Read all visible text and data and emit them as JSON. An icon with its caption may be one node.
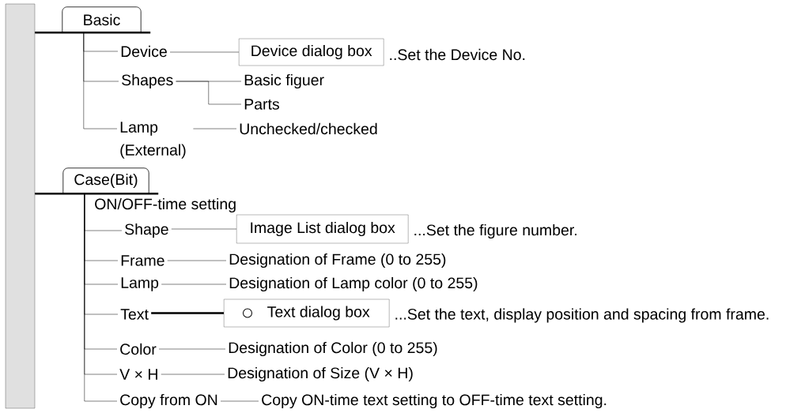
{
  "diagram": {
    "nodes": [
      {
        "text": [],
        "shape": "bar"
      },
      {
        "text": [
          "Basic"
        ]
      },
      {
        "text": [
          "Device"
        ]
      },
      {
        "text": [
          "Device dialog box"
        ],
        "beside": [
          "..Set the Device No."
        ]
      },
      {
        "text": [
          "Shapes"
        ]
      },
      {
        "text": [
          "Basic figuer"
        ]
      },
      {
        "text": [
          "Parts"
        ]
      },
      {
        "text": [
          "Lamp (External)"
        ]
      },
      {
        "text": [
          "Unchecked/checked"
        ]
      },
      {
        "text": [
          "Case(Bit)"
        ]
      },
      {
        "text": [
          "Shape"
        ]
      },
      {
        "text": [
          "Image List dialog box"
        ],
        "beside": [
          "...Set the figure number."
        ]
      },
      {
        "text": [
          "Frame"
        ]
      },
      {
        "text": [
          "Designation of Frame (0 to 255)"
        ]
      },
      {
        "text": [
          "Lamp"
        ]
      },
      {
        "text": [
          "Designation of Lamp color (0 to 255)"
        ]
      },
      {
        "text": [
          "Text"
        ]
      },
      {
        "text": [
          "Text dialog box"
        ],
        "beside": [
          "...Set the text, display position and spacing from frame."
        ]
      },
      {
        "text": [
          "Color"
        ]
      },
      {
        "text": [
          "Designation of Color (0 to 255)"
        ]
      },
      {
        "text": [
          "V × H"
        ]
      },
      {
        "text": [
          "Designation of Size (V × H)"
        ]
      },
      {
        "text": [
          "Copy from ON"
        ]
      },
      {
        "text": [
          "Copy ON-time text setting to OFF-time text setting."
        ]
      }
    ],
    "edges": [
      {
        "from": 0,
        "to": 1,
        "arrow": "none",
        "style": "thick"
      },
      {
        "from": 1,
        "to": 2,
        "arrow": "none"
      },
      {
        "from": 1,
        "to": 4,
        "arrow": "none"
      },
      {
        "from": 1,
        "to": 7,
        "arrow": "none"
      },
      {
        "from": 2,
        "to": 3,
        "arrow": "none"
      },
      {
        "from": 4,
        "to": 5,
        "arrow": "none"
      },
      {
        "from": 4,
        "to": 6,
        "arrow": "none"
      },
      {
        "from": 7,
        "to": 8,
        "arrow": "none"
      },
      {
        "from": 0,
        "to": 9,
        "arrow": "none",
        "style": "thick"
      },
      {
        "from": 9,
        "to": 10,
        "arrow": "none"
      },
      {
        "from": 9,
        "to": 12,
        "arrow": "none"
      },
      {
        "from": 9,
        "to": 14,
        "arrow": "none"
      },
      {
        "from": 9,
        "to": 16,
        "arrow": "none"
      },
      {
        "from": 9,
        "to": 18,
        "arrow": "none"
      },
      {
        "from": 9,
        "to": 20,
        "arrow": "none"
      },
      {
        "from": 9,
        "to": 22,
        "arrow": "none"
      },
      {
        "from": 10,
        "to": 11,
        "arrow": "none"
      },
      {
        "from": 12,
        "to": 13,
        "arrow": "none"
      },
      {
        "from": 14,
        "to": 15,
        "arrow": "none"
      },
      {
        "from": 16,
        "to": 17,
        "arrow": "none",
        "style": "thick"
      },
      {
        "from": 18,
        "to": 19,
        "arrow": "none"
      },
      {
        "from": 20,
        "to": 21,
        "arrow": "none"
      },
      {
        "from": 22,
        "to": 23,
        "arrow": "none"
      }
    ],
    "labels": [
      "ON/OFF-time setting"
    ]
  }
}
